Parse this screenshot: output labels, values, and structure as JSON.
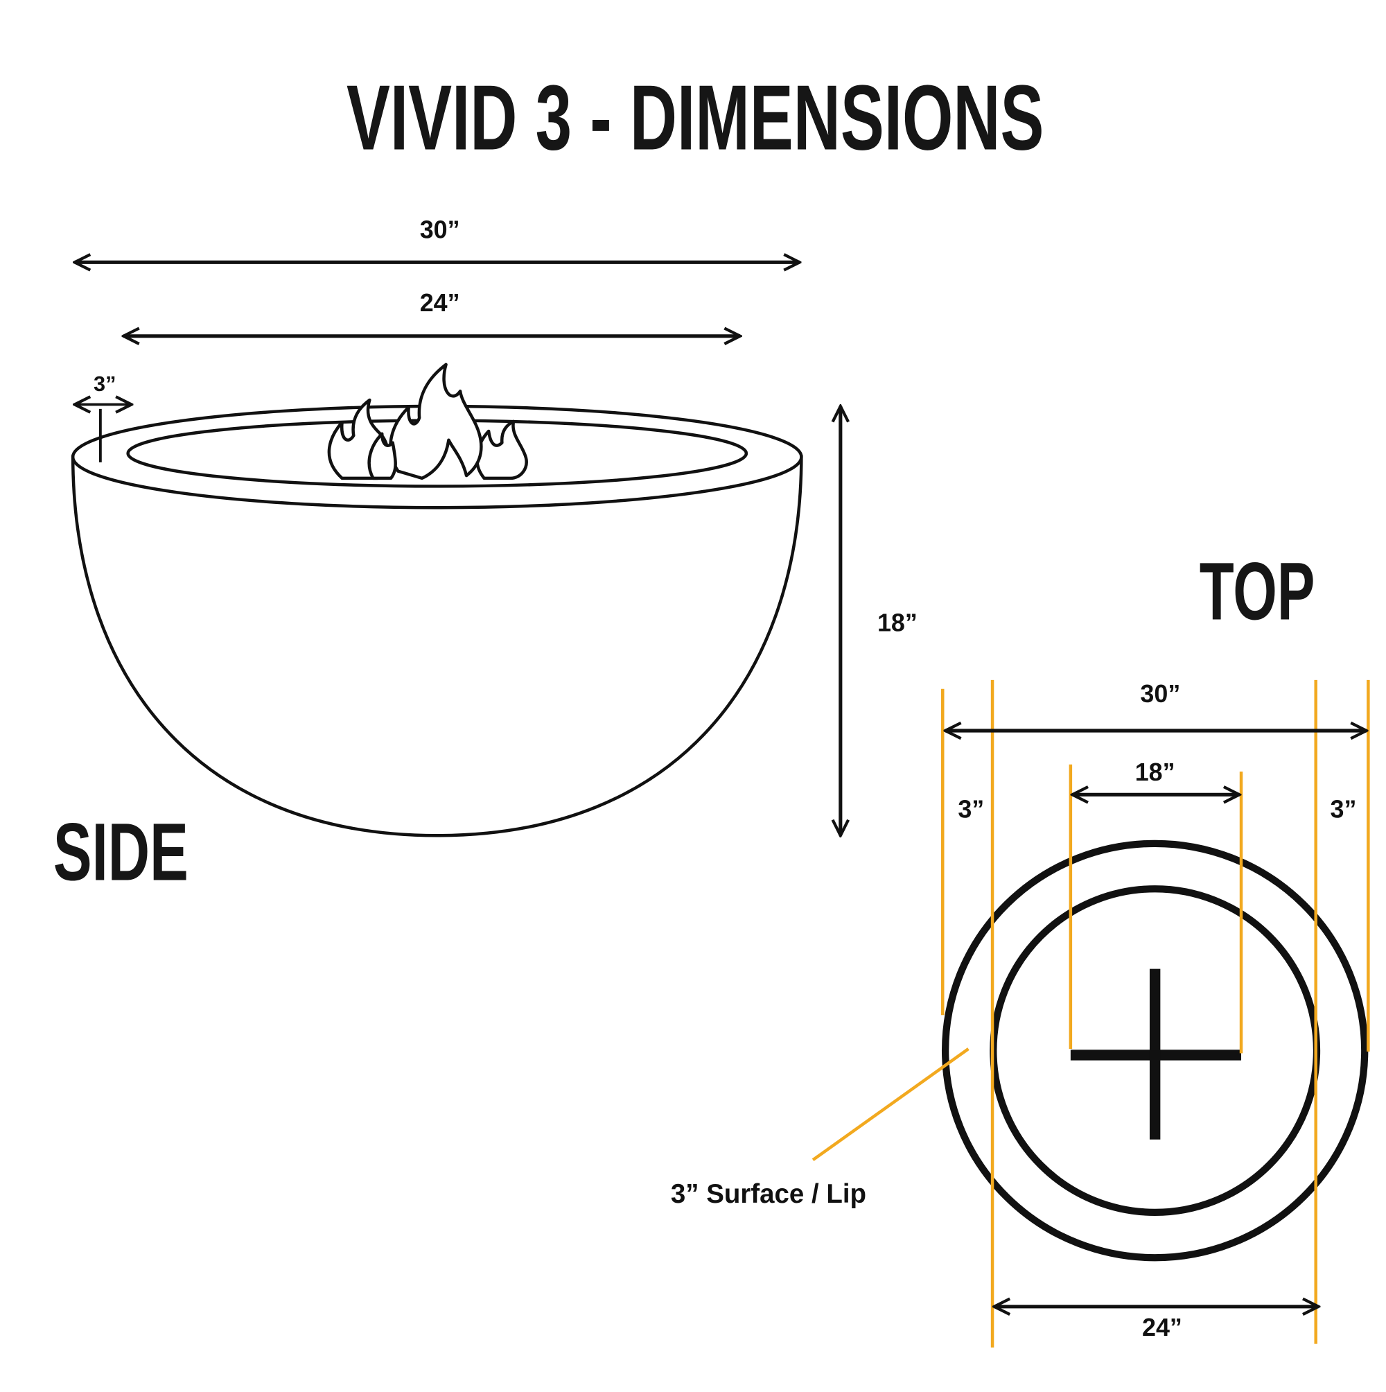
{
  "title": "VIVID 3 - DIMENSIONS",
  "side": {
    "label": "SIDE",
    "outer_width": "30”",
    "inner_width": "24”",
    "lip": "3”",
    "height": "18”"
  },
  "top": {
    "label": "TOP",
    "outer_width": "30”",
    "burner_width": "18”",
    "lip_left": "3”",
    "lip_right": "3”",
    "inner_width": "24”",
    "callout": "3” Surface / Lip"
  },
  "colors": {
    "guide": "#f2a91f",
    "ink": "#111111"
  }
}
